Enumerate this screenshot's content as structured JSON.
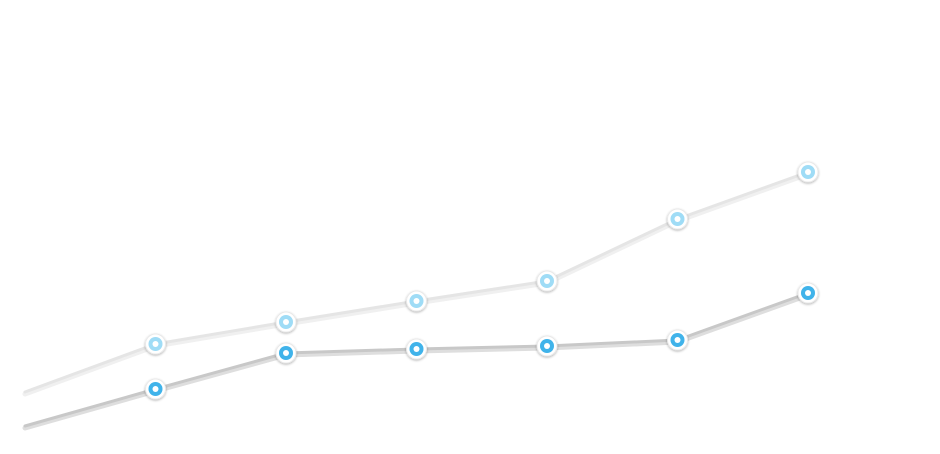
{
  "chart_data": {
    "type": "line",
    "title": "",
    "xlabel": "",
    "ylabel": "",
    "x": [
      0,
      1,
      2,
      3,
      4,
      5,
      6
    ],
    "ylim": [
      0,
      454
    ],
    "grid": false,
    "legend": "none",
    "series": [
      {
        "key": "upper",
        "values": [
          62,
          110,
          132,
          153,
          173,
          235,
          282
        ],
        "line_color": "#e5e5e5",
        "marker_fill": "#9fdcf6",
        "marker_ring": "#ffffff",
        "shadow_color": "#f0f0f0",
        "marker_from": 1
      },
      {
        "key": "lower",
        "values": [
          28,
          65,
          101,
          105,
          108,
          114,
          161
        ],
        "line_color": "#c8c8c8",
        "marker_fill": "#3fb3ea",
        "marker_ring": "#ffffff",
        "shadow_color": "#dedede",
        "marker_from": 1
      }
    ]
  }
}
